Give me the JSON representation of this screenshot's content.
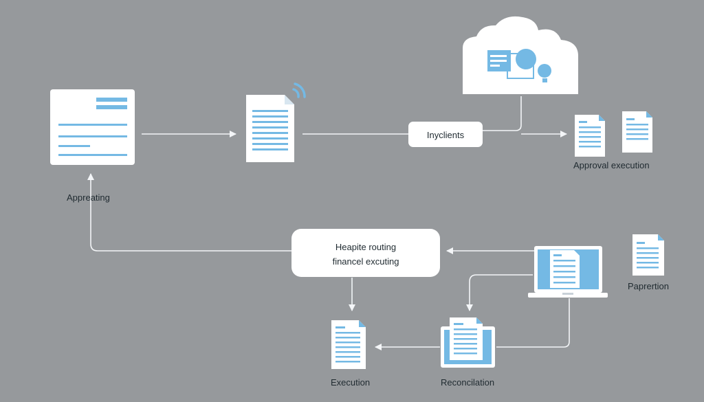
{
  "labels": {
    "appreating": "Appreating",
    "inyclients": "Inyclients",
    "approval_execution": "Approval execution",
    "routing_line1": "Heapite routing",
    "routing_line2": "financel excuting",
    "paprertion": "Paprertion",
    "execution": "Execution",
    "reconciliation": "Reconcilation"
  },
  "colors": {
    "background": "#96999c",
    "card": "#ffffff",
    "accent": "#74b9e4",
    "line": "#f4f6f8",
    "text": "#1f2a30"
  },
  "icons": [
    "form-document-icon",
    "wireless-document-icon",
    "cloud-dashboard-icon",
    "document-icon",
    "laptop-document-icon",
    "monitor-document-icon"
  ]
}
